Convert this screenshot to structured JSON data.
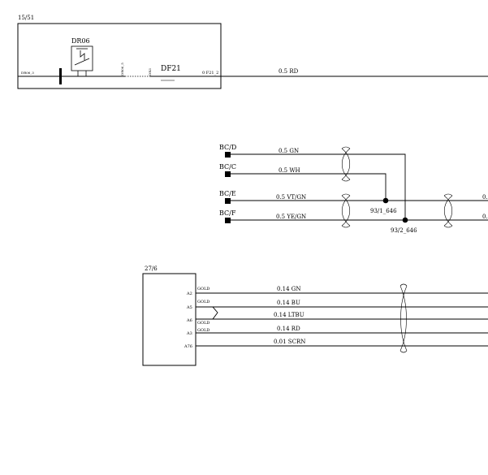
{
  "block1": {
    "ref": "15/51",
    "relay_name": "DR06",
    "left_pin": "DR06_3",
    "mid_pin_1": "DR06_5",
    "mid_pin_2": "DR3",
    "fuse_name": "DF21",
    "right_pin": "0 F21_2",
    "wire_label": "0.5  RD"
  },
  "connectors": [
    {
      "name": "BC/D",
      "wire": "0.5  GN"
    },
    {
      "name": "BC/C",
      "wire": "0.5  WH"
    },
    {
      "name": "BC/E",
      "wire": "0.5  VT/GN",
      "tail": "0."
    },
    {
      "name": "BC/F",
      "wire": "0.5  YE/GN",
      "tail": "0."
    }
  ],
  "splices": [
    {
      "label": "93/1_646"
    },
    {
      "label": "93/2_646"
    }
  ],
  "block2": {
    "ref": "27/6",
    "rows": [
      {
        "pin": "A2",
        "term": "GOLD",
        "wire": "0.14  GN"
      },
      {
        "pin": "A5",
        "term": "GOLD",
        "wire": "0.14  BU"
      },
      {
        "pin": "A6",
        "term": "GOLD",
        "wire": "0.14  LTBU"
      },
      {
        "pin": "A3",
        "term": "GOLD",
        "wire": "0.14  RD"
      },
      {
        "pin": "A76",
        "term": "",
        "wire": "0.01  SCRN"
      }
    ]
  }
}
